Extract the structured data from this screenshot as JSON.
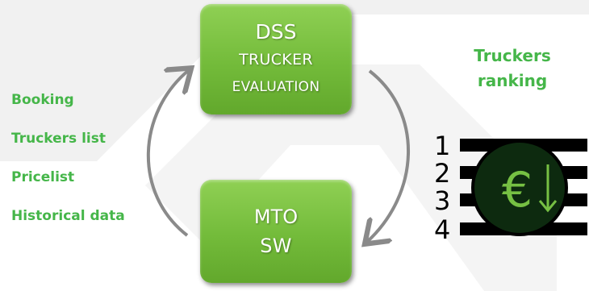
{
  "nodes": {
    "dss": {
      "line1": "DSS",
      "line2": "TRUCKER",
      "line3": "EVALUATION"
    },
    "mto": {
      "line1": "MTO",
      "line2": "SW"
    }
  },
  "inputs": [
    "Booking",
    "Truckers list",
    "Pricelist",
    "Historical data"
  ],
  "ranking": {
    "line1": "Truckers",
    "line2": "ranking"
  },
  "rank_icon": {
    "numbers": [
      "1",
      "2",
      "3",
      "4"
    ],
    "currency_symbol": "€",
    "icon": "euro-down-ranking-icon"
  },
  "colors": {
    "box_green": "#73bb3a",
    "text_green": "#45b649",
    "arrow_gray": "#8a8a8a",
    "icon_black": "#000000",
    "icon_circle_green": "#0d2a0f"
  }
}
